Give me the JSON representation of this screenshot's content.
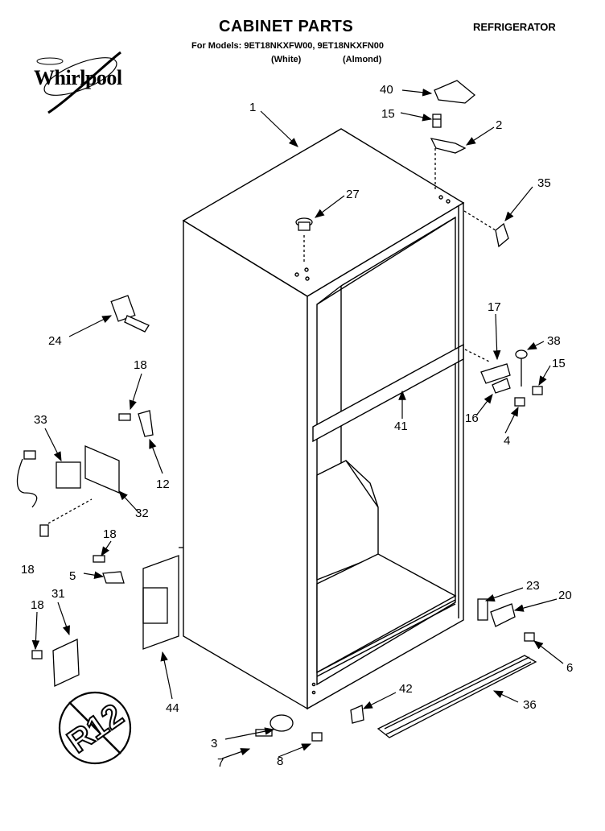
{
  "header": {
    "title": "CABINET PARTS",
    "category": "REFRIGERATOR",
    "models_line": "For Models: 9ET18NKXFW00, 9ET18NKXFN00",
    "color_1": "(White)",
    "color_2": "(Almond)"
  },
  "brand": {
    "logo_text": "Whirlpool"
  },
  "badge": {
    "text": "R12"
  },
  "callouts": [
    {
      "id": "c1",
      "label": "1"
    },
    {
      "id": "c2",
      "label": "2"
    },
    {
      "id": "c3",
      "label": "3"
    },
    {
      "id": "c4",
      "label": "4"
    },
    {
      "id": "c5",
      "label": "5"
    },
    {
      "id": "c6",
      "label": "6"
    },
    {
      "id": "c7",
      "label": "7"
    },
    {
      "id": "c8",
      "label": "8"
    },
    {
      "id": "c12",
      "label": "12"
    },
    {
      "id": "c15a",
      "label": "15"
    },
    {
      "id": "c15b",
      "label": "15"
    },
    {
      "id": "c16",
      "label": "16"
    },
    {
      "id": "c17",
      "label": "17"
    },
    {
      "id": "c18a",
      "label": "18"
    },
    {
      "id": "c18b",
      "label": "18"
    },
    {
      "id": "c18c",
      "label": "18"
    },
    {
      "id": "c18d",
      "label": "18"
    },
    {
      "id": "c20",
      "label": "20"
    },
    {
      "id": "c23",
      "label": "23"
    },
    {
      "id": "c24",
      "label": "24"
    },
    {
      "id": "c27",
      "label": "27"
    },
    {
      "id": "c31",
      "label": "31"
    },
    {
      "id": "c32",
      "label": "32"
    },
    {
      "id": "c33",
      "label": "33"
    },
    {
      "id": "c35",
      "label": "35"
    },
    {
      "id": "c36",
      "label": "36"
    },
    {
      "id": "c38",
      "label": "38"
    },
    {
      "id": "c40",
      "label": "40"
    },
    {
      "id": "c41",
      "label": "41"
    },
    {
      "id": "c42",
      "label": "42"
    },
    {
      "id": "c44",
      "label": "44"
    }
  ]
}
